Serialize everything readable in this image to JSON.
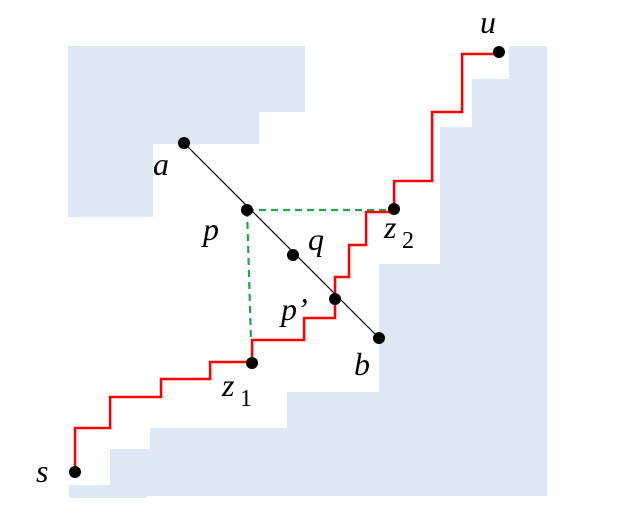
{
  "colors": {
    "obstacle": "#dde8f4",
    "path": "#ff0000",
    "dashed": "#1fa84a",
    "segment": "#000000",
    "point": "#000000"
  },
  "labels": {
    "a": "a",
    "b": "b",
    "p": "p",
    "q": "q",
    "p_prime": "p’",
    "z1": "z",
    "z1_sub": "1",
    "z2": "z",
    "z2_sub": "2",
    "s": "s",
    "u": "u"
  }
}
